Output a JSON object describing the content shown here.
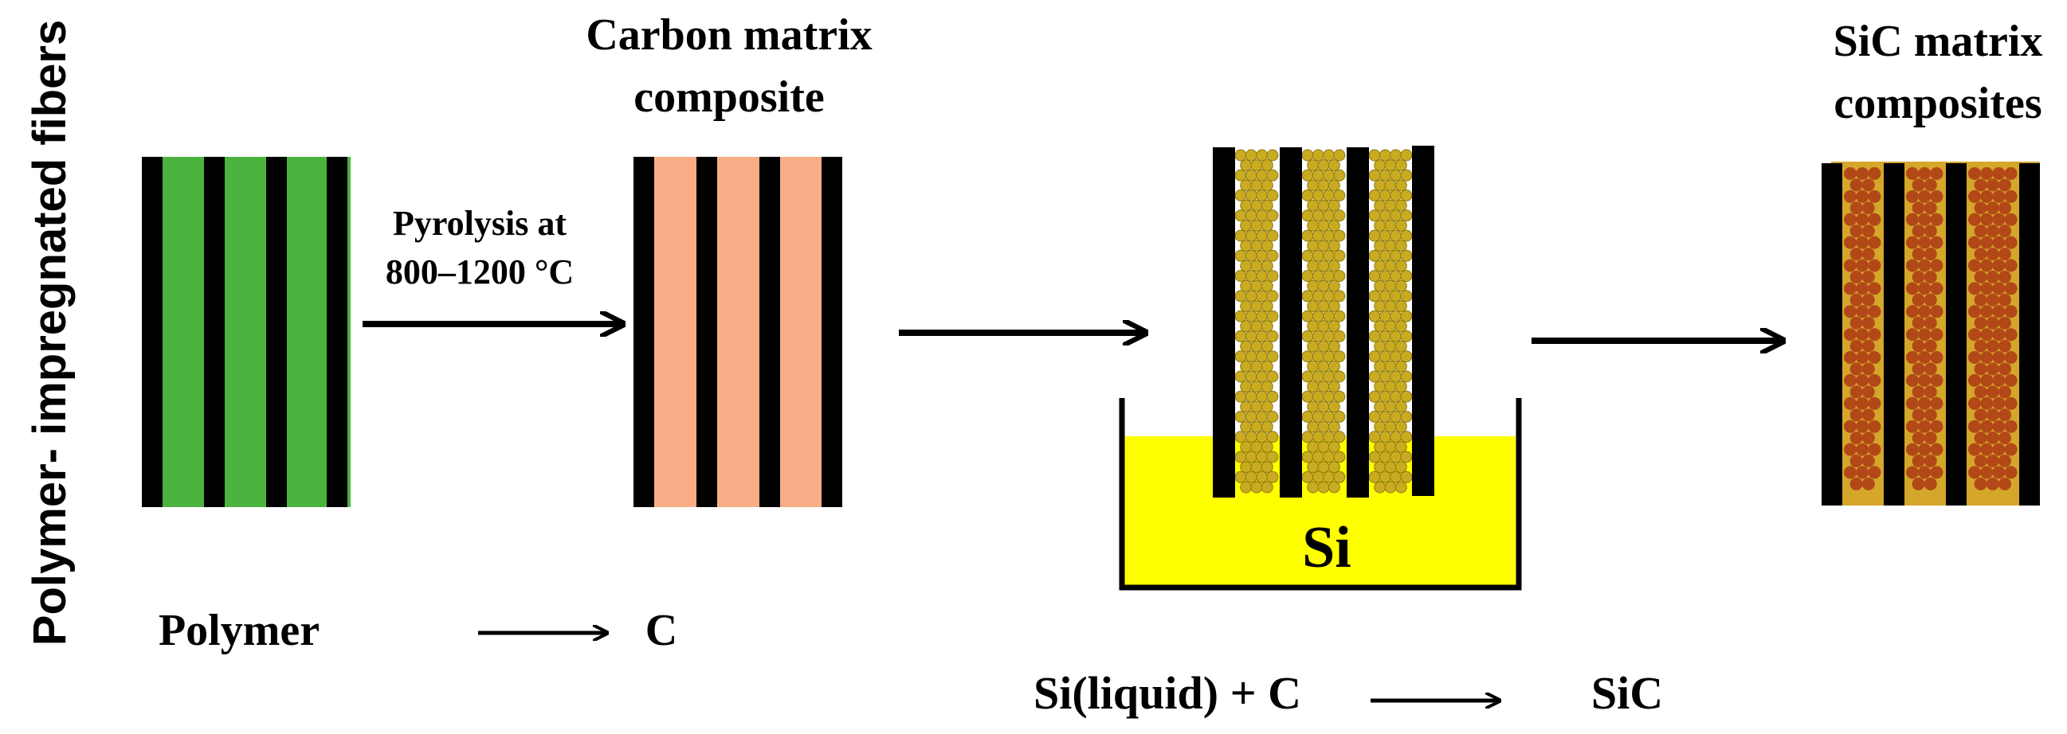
{
  "labels": {
    "polymer_fibers": "Polymer- impregnated fibers",
    "carbon_matrix_line1": "Carbon matrix",
    "carbon_matrix_line2": "composite",
    "pyrolysis_line1": "Pyrolysis  at",
    "pyrolysis_line2": "800–1200 °C",
    "sic_matrix_line1": "SiC matrix",
    "sic_matrix_line2": "composites",
    "si_bath": "Si"
  },
  "equations": {
    "polymer_lhs": "Polymer",
    "polymer_rhs": "C",
    "sic_lhs": "Si(liquid) + C",
    "sic_rhs": "SiC"
  },
  "colors": {
    "fiber": "#000000",
    "polymer_matrix": "#4cb33f",
    "carbon_matrix": "#f8ad87",
    "silicon_liquid": "#ffff00",
    "si_particle": "#c9ab22",
    "particle_outline": "#8f7a10",
    "sic_matrix": "#d4a72b",
    "sic_particle": "#b24817"
  }
}
